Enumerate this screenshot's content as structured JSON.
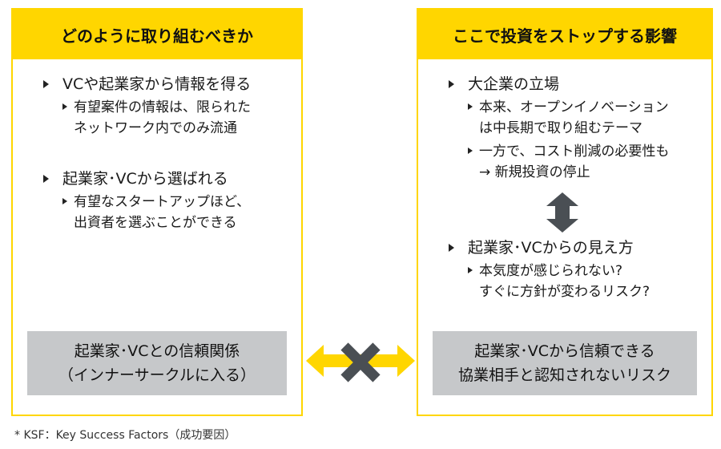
{
  "left_panel": {
    "title": "どのように取り組むべきか",
    "items": [
      {
        "label": "VCや起業家から情報を得る",
        "sub": [
          "有望案件の情報は、限られた",
          "ネットワーク内でのみ流通"
        ]
      },
      {
        "label": "起業家･VCから選ばれる",
        "sub": [
          "有望なスタートアップほど、",
          "出資者を選ぶことができる"
        ]
      }
    ],
    "box": [
      "起業家･VCとの信頼関係",
      "（インナーサークルに入る）"
    ]
  },
  "right_panel": {
    "title": "ここで投資をストップする影響",
    "items": [
      {
        "label": "大企業の立場",
        "subs": [
          [
            "本来、オープンイノベーション",
            "は中長期で取り組むテーマ"
          ],
          [
            "一方で、コスト削減の必要性も",
            "→ 新規投資の停止"
          ]
        ]
      },
      {
        "label": "起業家･VCからの見え方",
        "subs": [
          [
            "本気度が感じられない?",
            "すぐに方針が変わるリスク?"
          ]
        ]
      }
    ],
    "box": [
      "起業家･VCから信頼できる",
      "協業相手と認知されないリスク"
    ]
  },
  "footnote": "* KSF：Key Success Factors（成功要因）",
  "colors": {
    "accent": "#ffd600",
    "gray_box": "#c6c8ca",
    "dark_arrow": "#4a4f54"
  },
  "icons": {
    "center": "x-mark-icon",
    "between": "double-arrow-icon",
    "vertical": "up-down-arrow-icon"
  }
}
